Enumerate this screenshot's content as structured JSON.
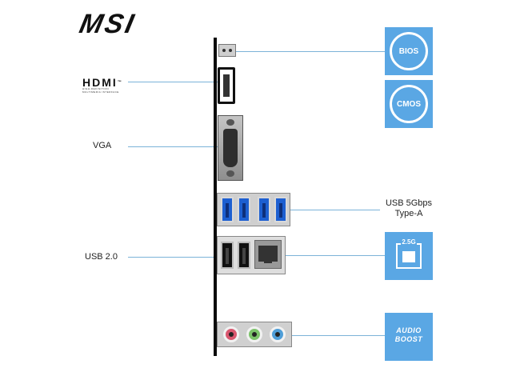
{
  "brand": {
    "logo_text": "MSI",
    "hdmi_logo": "HDMI",
    "hdmi_trademark": "™",
    "hdmi_tagline": "HIGH-DEFINITION MULTIMEDIA INTERFACE"
  },
  "labels": {
    "vga": "VGA",
    "usb_5gbps": "USB 5Gbps",
    "usb_5gbps_type": "Type-A",
    "usb_2": "USB 2.0"
  },
  "tiles": {
    "bios": "BIOS",
    "cmos": "CMOS",
    "lan_speed": "2.5G",
    "audio_line1": "AUDIO",
    "audio_line2": "BOOST"
  },
  "colors": {
    "accent": "#5aa7e4",
    "connector_line": "#7cb3d8",
    "usb3_blue": "#1d5fd1",
    "audio_pink": "#d9576f",
    "audio_green": "#7cc36a",
    "audio_blue": "#4f9ed8"
  }
}
